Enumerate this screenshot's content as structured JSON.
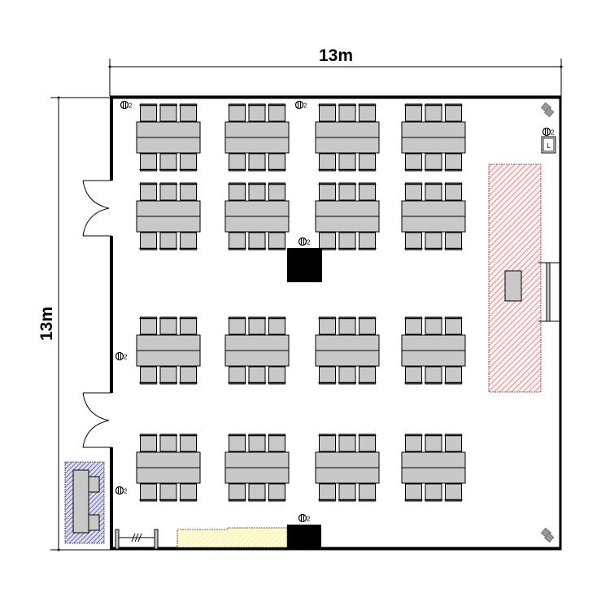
{
  "dimensions": {
    "width_label": "13m",
    "height_label": "13m"
  },
  "room": {
    "table_rows": 4,
    "table_columns": 4,
    "chairs_per_side": 3,
    "outlet_label": "2",
    "lectern_label": "L"
  },
  "colors": {
    "wall": "#000000",
    "table": "#c8c8c8",
    "stage_hatch": "#c87878",
    "storage_hatch": "#4a4a8a",
    "yellow_zone": "#fffbd0"
  }
}
